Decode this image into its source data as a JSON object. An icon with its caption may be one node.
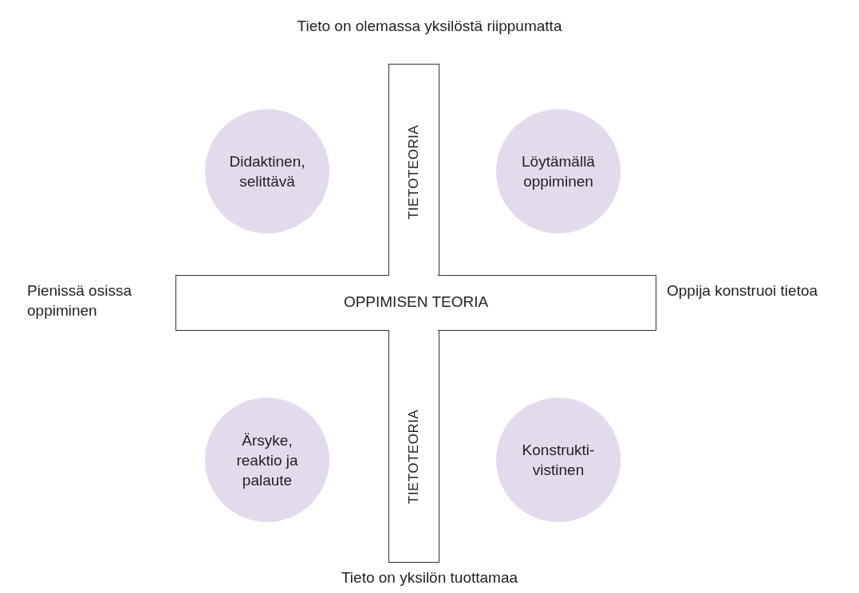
{
  "diagram": {
    "nodes": [
      {
        "text": [
          "TIETOTEORIA"
        ]
      },
      {
        "text": [
          "OPPIMISEN TEORIA"
        ]
      },
      {
        "text": [
          "TIETOTEORIA"
        ]
      },
      {
        "text": [
          "Didaktinen, selittävä"
        ]
      },
      {
        "text": [
          "Löytämällä oppiminen"
        ]
      },
      {
        "text": [
          "Ärsyke, reaktio ja palaute"
        ]
      },
      {
        "text": [
          "Konstrukti- vistinen"
        ]
      }
    ],
    "labels": [
      "Tieto on olemassa yksilöstä riippumatta",
      "Pienissä osissa oppiminen",
      "Oppija konstruoi tietoa",
      "Tieto on yksilön tuottamaa"
    ]
  }
}
